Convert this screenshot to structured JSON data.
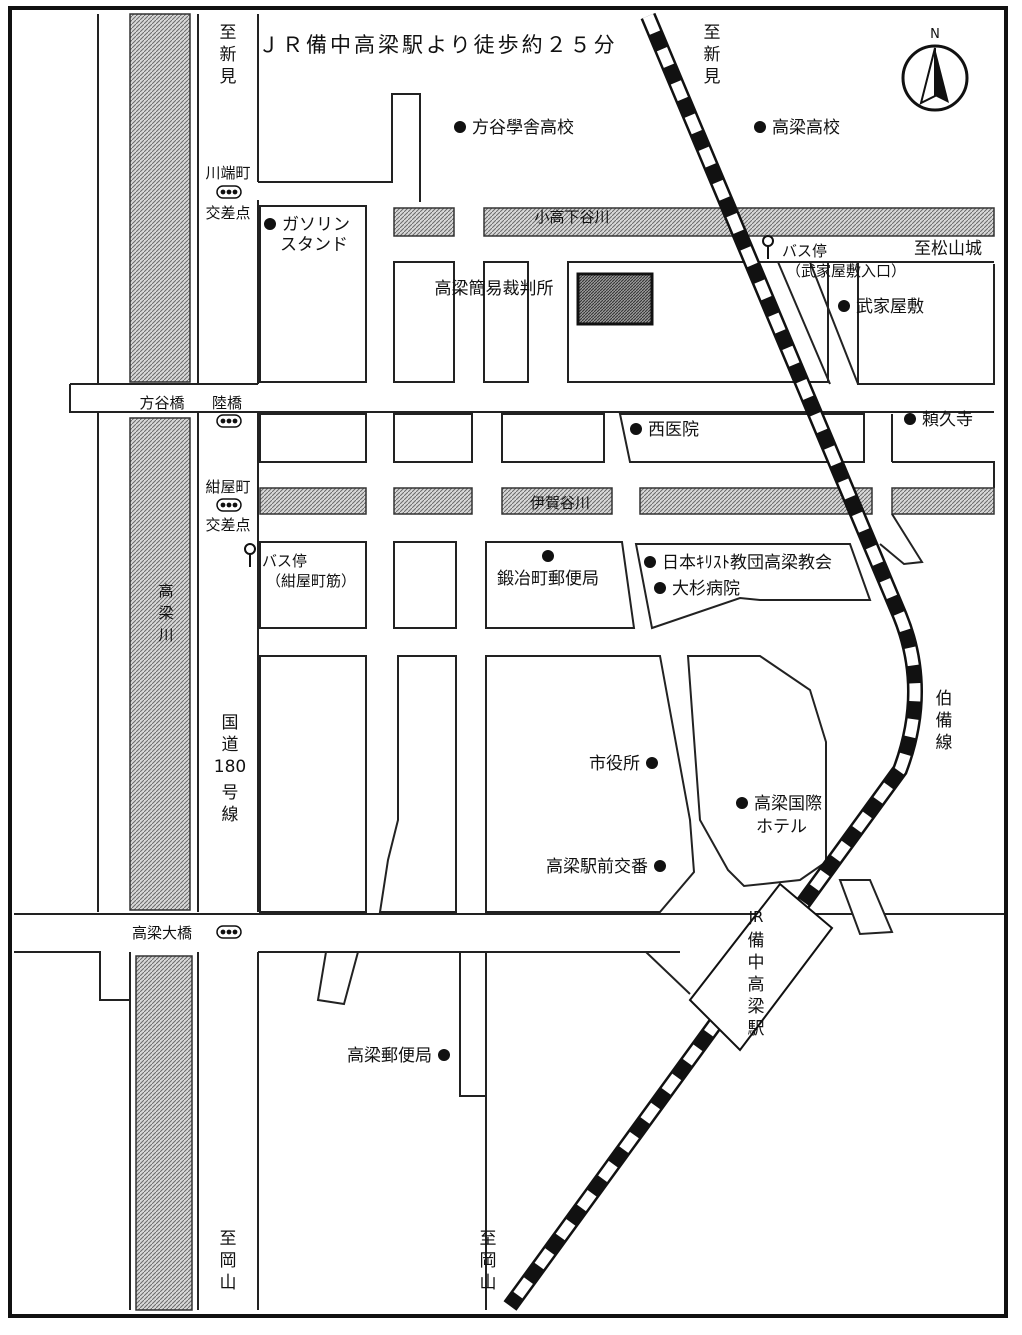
{
  "title": "ＪＲ備中高梁駅より徒歩約２５分",
  "compass": {
    "letter": "N"
  },
  "directions": {
    "top_left": "至新見",
    "top_right": "至新見",
    "bottom_left": "至岡山",
    "bottom_right": "至岡山",
    "matsuyama": "至松山城"
  },
  "rivers": {
    "takahashi": "高梁川",
    "kotakashitani": "小高下谷川",
    "igatani": "伊賀谷川"
  },
  "roads": {
    "route180": "国道180号線",
    "hakubi_line": "（伯備線）"
  },
  "bridges": {
    "hotani": "方谷橋",
    "riku": "陸橋",
    "takahashi_ohashi": "高梁大橋"
  },
  "intersections": {
    "kawabata": "川端町交差点",
    "konyamachi": "紺屋町交差点"
  },
  "destination": "高梁簡易裁判所",
  "landmarks": [
    "方谷學舎高校",
    "高梁高校",
    "ガソリンスタンド",
    "武家屋敷",
    "頼久寺",
    "西医院",
    "鍛冶町郵便局",
    "日本ｷﾘｽﾄ教団高梁教会",
    "大杉病院",
    "市役所",
    "高梁国際ホテル",
    "高梁駅前交番",
    "高梁郵便局"
  ],
  "bus_stops": {
    "buke": {
      "label": "バス停",
      "sub": "（武家屋敷入口）"
    },
    "konya": {
      "label": "バス停",
      "sub": "（紺屋町筋）"
    }
  },
  "station": "JR備中高梁駅"
}
